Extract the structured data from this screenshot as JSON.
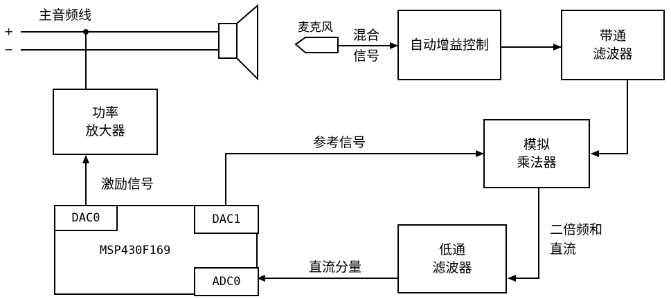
{
  "speaker_line": {
    "label": "主音频线",
    "plus": "+",
    "minus": "−"
  },
  "microphone": {
    "label": "麦克风"
  },
  "mixed_signal": {
    "line1": "混合",
    "line2": "信号"
  },
  "agc": {
    "label": "自动增益控制"
  },
  "bandpass": {
    "line1": "带通",
    "line2": "滤波器"
  },
  "power_amp": {
    "line1": "功率",
    "line2": "放大器"
  },
  "excitation_label": "激励信号",
  "reference_label": "参考信号",
  "multiplier": {
    "line1": "模拟",
    "line2": "乘法器"
  },
  "double_freq": {
    "line1": "二倍频和",
    "line2": "直流"
  },
  "lowpass": {
    "line1": "低通",
    "line2": "滤波器"
  },
  "dc_label": "直流分量",
  "mcu": {
    "name": "MSP430F169",
    "dac0": "DAC0",
    "dac1": "DAC1",
    "adc0": "ADC0"
  }
}
